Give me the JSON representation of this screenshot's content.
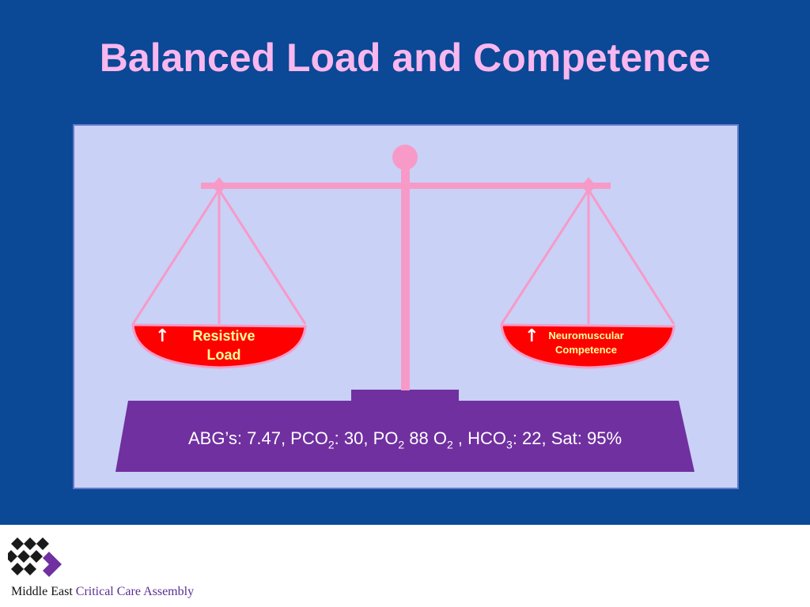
{
  "slide": {
    "title": "Balanced Load and Competence"
  },
  "scale": {
    "left_pan": {
      "arrow": "↑",
      "label_line1": "Resistive",
      "label_line2": "Load"
    },
    "right_pan": {
      "arrow": "↑",
      "label_line1": "Neuromuscular",
      "label_line2": "Competence"
    }
  },
  "abg": {
    "prefix": "ABG’s: 7.47, PCO",
    "sub1": "2",
    "part2": ": 30, PO",
    "sub2": "2",
    "part3": " 88 O",
    "sub3": "2",
    "part4": " , HCO",
    "sub4": "3",
    "part5": ": 22, Sat: 95%"
  },
  "footer": {
    "org_part1": "Middle East ",
    "org_part2": "Critical Care Assembly"
  },
  "colors": {
    "background": "#0b4896",
    "title": "#f8b7ee",
    "panel": "#c9d1f6",
    "scale_pink": "#f79ac8",
    "pan_red": "#ff0000",
    "base_purple": "#7030a0",
    "label_yellow": "#ffff99"
  }
}
